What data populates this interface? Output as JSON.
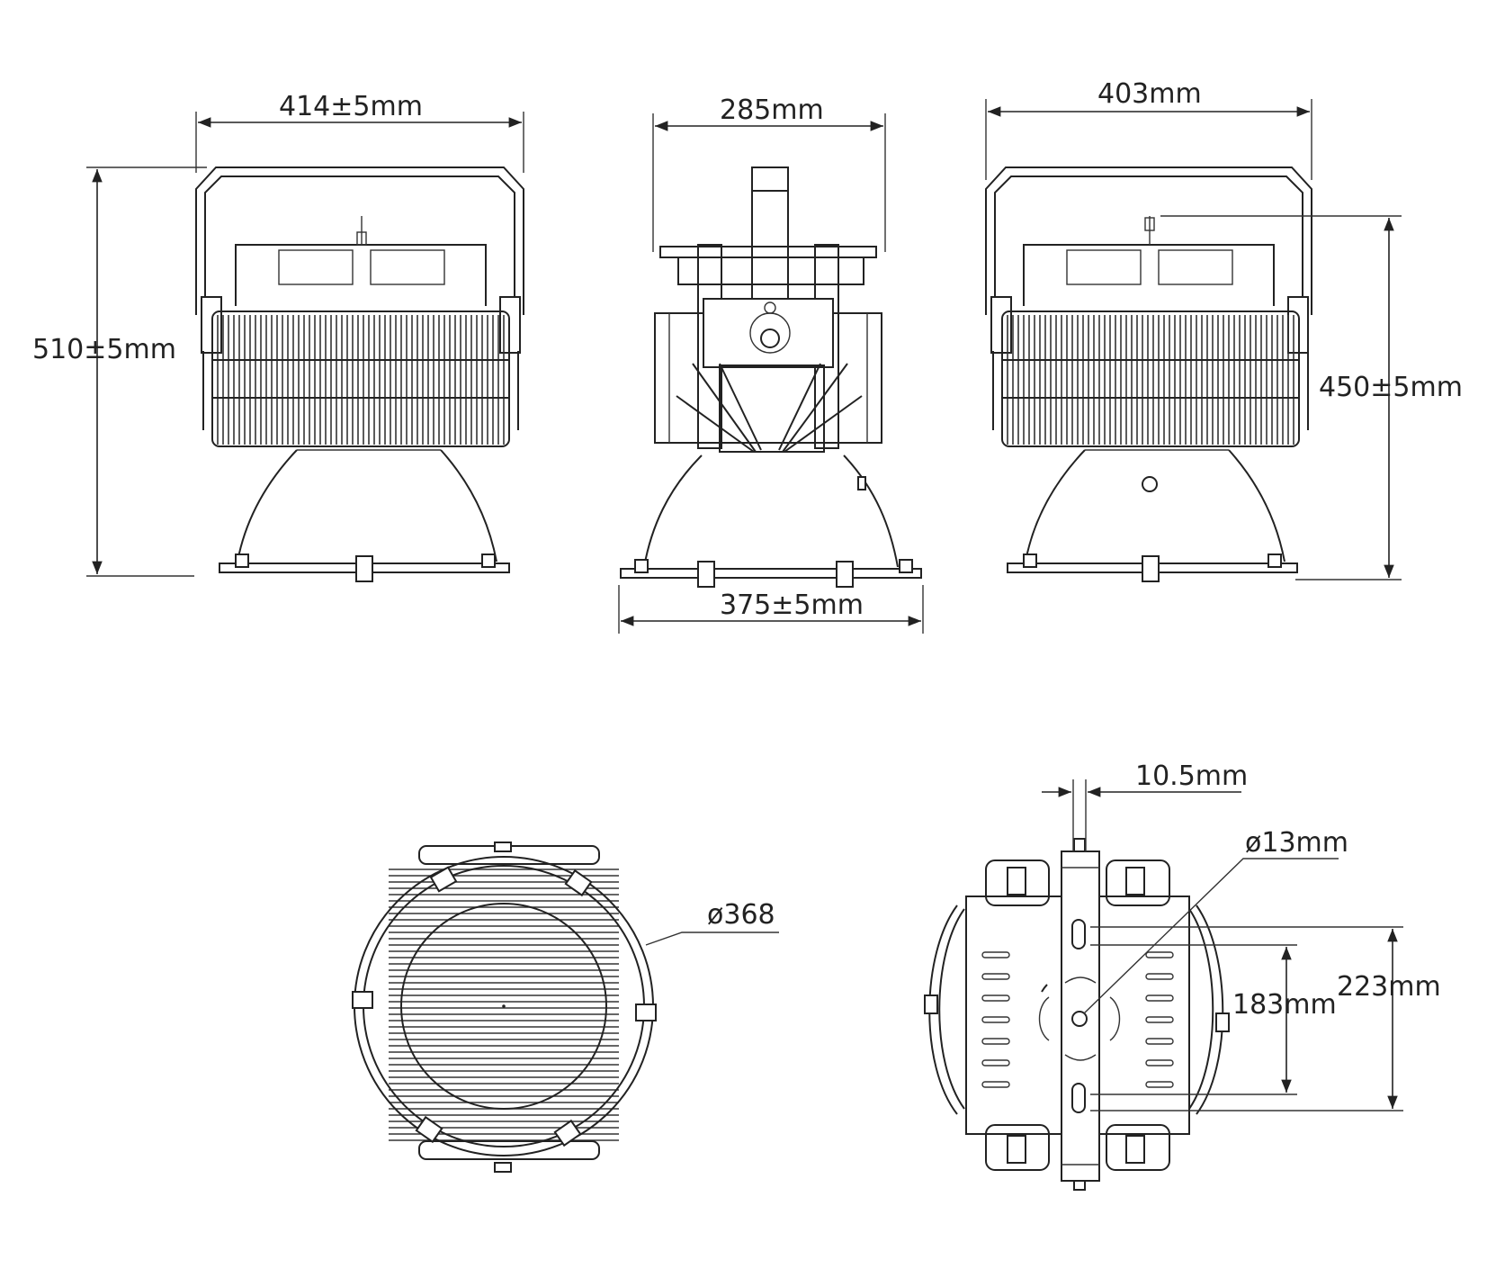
{
  "dimensions": {
    "front_width": "414±5mm",
    "front_height": "510±5mm",
    "side_top_width": "285mm",
    "side_base_width": "375±5mm",
    "rear_width": "403mm",
    "rear_height": "450±5mm",
    "bottom_diameter": "ø368",
    "bracket_slot_width": "10.5mm",
    "mount_hole_diameter": "ø13mm",
    "hole_spacing_inner": "183mm",
    "hole_spacing_outer": "223mm"
  },
  "colors": {
    "line": "#222222",
    "background": "#ffffff"
  }
}
